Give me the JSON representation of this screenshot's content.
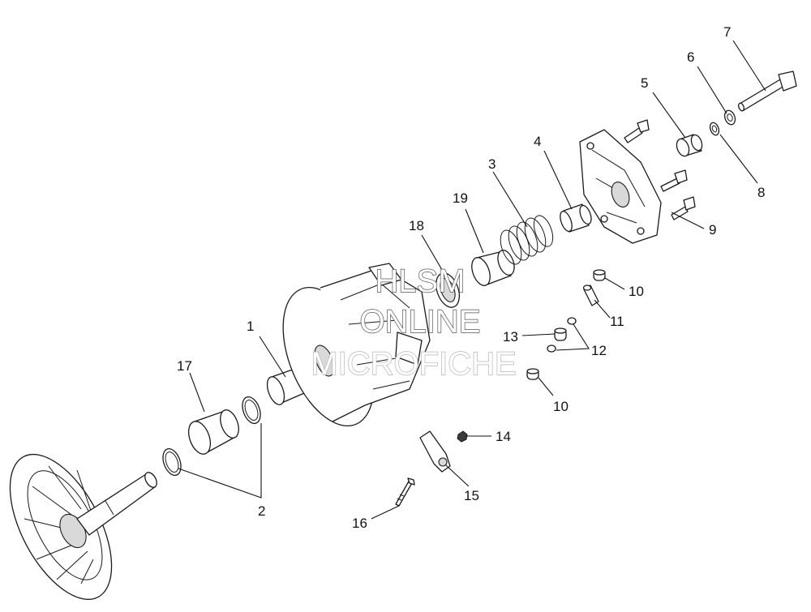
{
  "watermark": {
    "line1": "HLSM",
    "line2": "ONLINE",
    "line3": "MICROFICHE"
  },
  "callouts": [
    {
      "id": "c1",
      "label": "1"
    },
    {
      "id": "c2",
      "label": "2"
    },
    {
      "id": "c3",
      "label": "3"
    },
    {
      "id": "c4",
      "label": "4"
    },
    {
      "id": "c5",
      "label": "5"
    },
    {
      "id": "c6",
      "label": "6"
    },
    {
      "id": "c7",
      "label": "7"
    },
    {
      "id": "c8",
      "label": "8"
    },
    {
      "id": "c9",
      "label": "9"
    },
    {
      "id": "c10a",
      "label": "10"
    },
    {
      "id": "c10b",
      "label": "10"
    },
    {
      "id": "c11",
      "label": "11"
    },
    {
      "id": "c12",
      "label": "12"
    },
    {
      "id": "c13",
      "label": "13"
    },
    {
      "id": "c14",
      "label": "14"
    },
    {
      "id": "c15",
      "label": "15"
    },
    {
      "id": "c16",
      "label": "16"
    },
    {
      "id": "c17",
      "label": "17"
    },
    {
      "id": "c18",
      "label": "18"
    },
    {
      "id": "c19",
      "label": "19"
    }
  ]
}
